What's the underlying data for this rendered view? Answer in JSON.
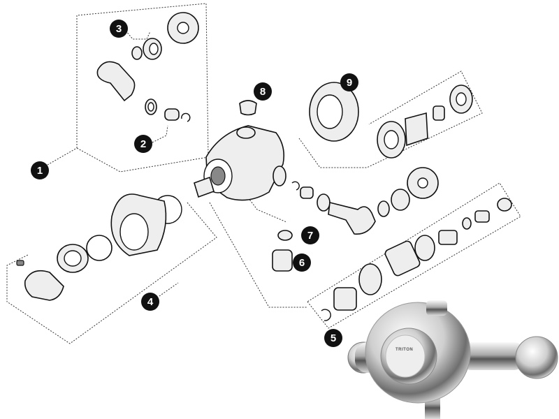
{
  "diagram": {
    "title": "Exploded parts diagram of a thermostatic shower valve",
    "callouts": [
      "1",
      "2",
      "3",
      "4",
      "5",
      "6",
      "7",
      "8",
      "9"
    ],
    "product_brand": "TRITON",
    "colors": {
      "callout": "#111111",
      "line": "#333333",
      "part_fill": "#eeeeee"
    }
  }
}
